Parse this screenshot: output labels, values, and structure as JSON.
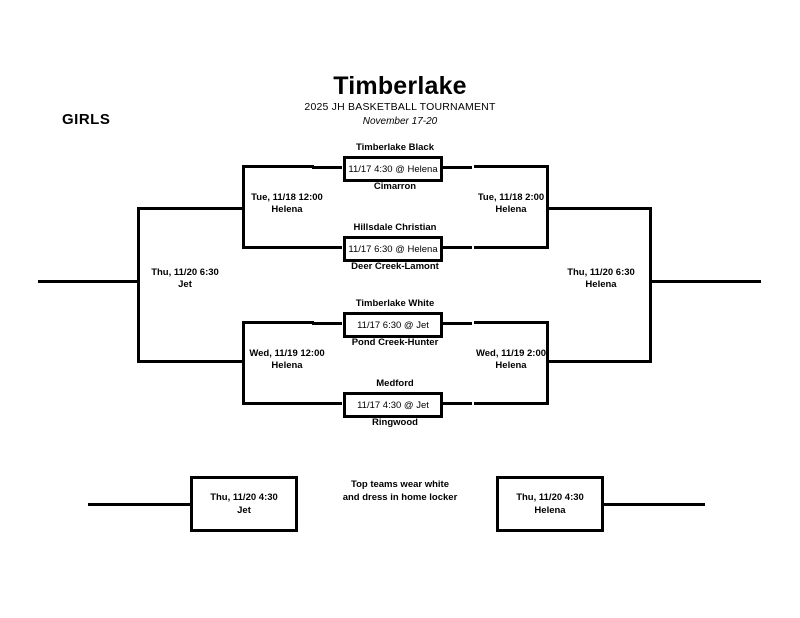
{
  "header": {
    "title": "Timberlake",
    "subtitle": "2025 JH BASKETBALL TOURNAMENT",
    "dates": "November 17-20",
    "division": "GIRLS"
  },
  "games": [
    {
      "id": "game-1",
      "top_team": "Timberlake Black",
      "time": "11/17 4:30 @ Helena",
      "bottom_team": "Cimarron"
    },
    {
      "id": "game-2",
      "top_team": "Hillsdale Christian",
      "time": "11/17 6:30 @ Helena",
      "bottom_team": "Deer Creek-Lamont"
    },
    {
      "id": "game-3",
      "top_team": "Timberlake White",
      "time": "11/17 6:30 @ Jet",
      "bottom_team": "Pond Creek-Hunter"
    },
    {
      "id": "game-4",
      "top_team": "Medford",
      "time": "11/17 4:30 @ Jet",
      "bottom_team": "Ringwood"
    }
  ],
  "slots": {
    "upper_left_semi": {
      "datetime": "Tue, 11/18 12:00",
      "site": "Helena"
    },
    "upper_right_semi": {
      "datetime": "Tue, 11/18 2:00",
      "site": "Helena"
    },
    "lower_left_semi": {
      "datetime": "Wed, 11/19 12:00",
      "site": "Helena"
    },
    "lower_right_semi": {
      "datetime": "Wed, 11/19 2:00",
      "site": "Helena"
    },
    "left_final": {
      "datetime": "Thu, 11/20 6:30",
      "site": "Jet"
    },
    "right_final": {
      "datetime": "Thu, 11/20 6:30",
      "site": "Helena"
    }
  },
  "consolation": {
    "left": {
      "datetime": "Thu, 11/20 4:30",
      "site": "Jet"
    },
    "right": {
      "datetime": "Thu, 11/20 4:30",
      "site": "Helena"
    }
  },
  "note": {
    "line1": "Top teams wear white",
    "line2": "and dress in home locker"
  },
  "colors": {
    "line": "#000000",
    "background": "#ffffff",
    "text": "#000000"
  }
}
